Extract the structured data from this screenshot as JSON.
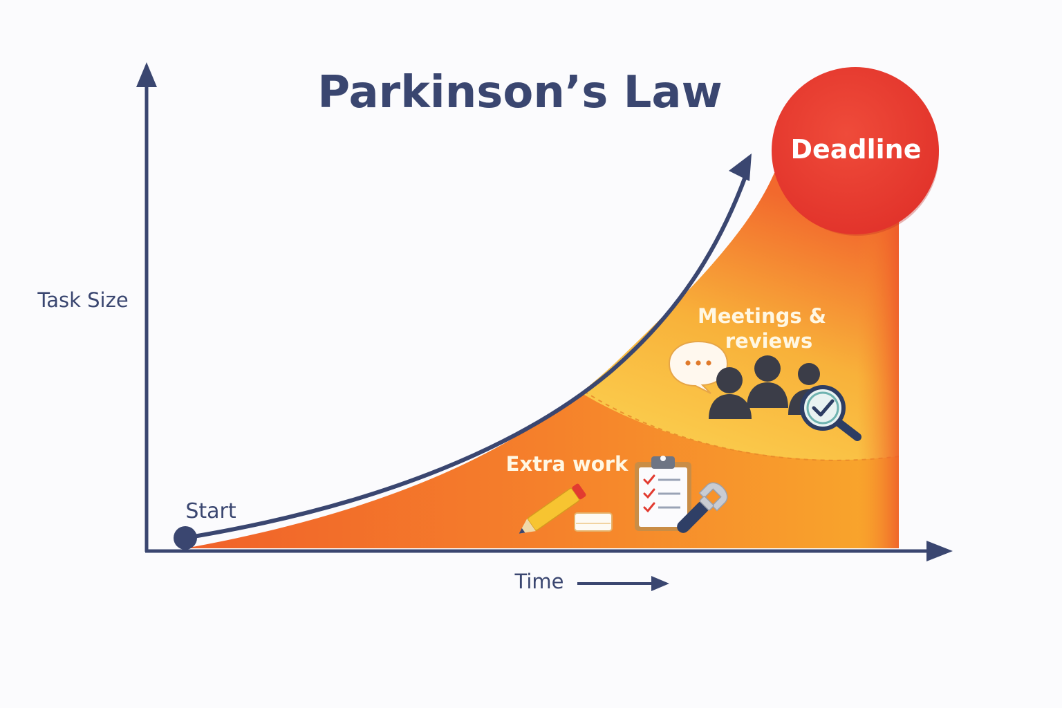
{
  "title": "Parkinson’s Law",
  "axes": {
    "y_label": "Task Size",
    "x_label": "Time"
  },
  "markers": {
    "start": "Start",
    "deadline": "Deadline"
  },
  "regions": {
    "meetings_line1": "Meetings &",
    "meetings_line2": "reviews",
    "extra_work": "Extra work"
  },
  "icons": [
    "speech-bubble-icon",
    "people-icon",
    "magnifier-check-icon",
    "pencil-icon",
    "eraser-icon",
    "clipboard-checklist-icon",
    "wrench-icon"
  ],
  "colors": {
    "axis": "#3a4670",
    "deadline": "#e9352c",
    "region_low": "#f5762a",
    "region_high": "#fbd14a",
    "text_light": "#fff7e3"
  }
}
